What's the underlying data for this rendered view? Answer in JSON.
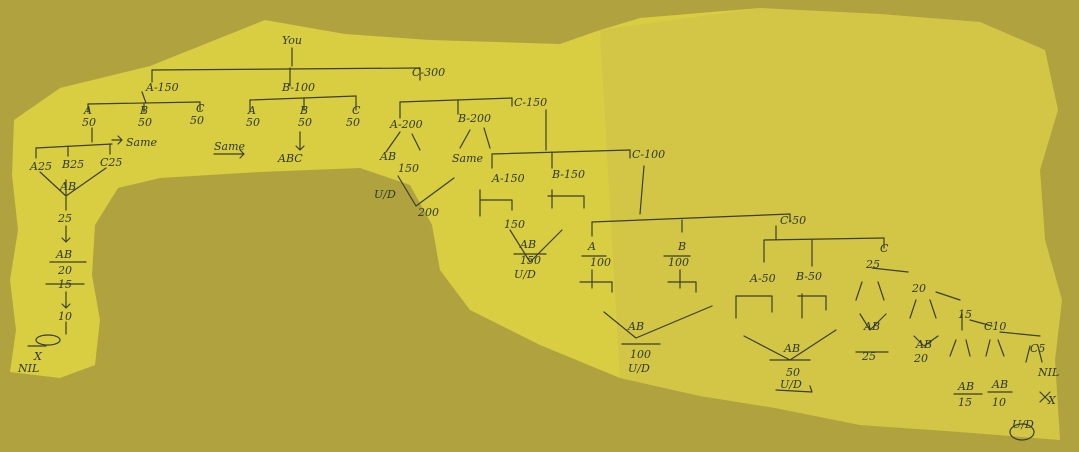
{
  "root": {
    "label": "You"
  },
  "level1": [
    {
      "id": "a",
      "label": "A-150"
    },
    {
      "id": "b",
      "label": "B-100"
    },
    {
      "id": "c",
      "label": "C-300"
    }
  ],
  "notes": {
    "same_1": "Same",
    "same_2": "Same",
    "abc": "ABC",
    "nil": "NIL",
    "ud_1": "U/D",
    "ud_2": "U/D",
    "ud_3": "U/D",
    "ud_4": "U/D",
    "ud_5": "U/D"
  },
  "labels": [
    {
      "id": "n1",
      "text": "A"
    },
    {
      "id": "n2",
      "text": "50"
    },
    {
      "id": "n3",
      "text": "B"
    },
    {
      "id": "n4",
      "text": "50"
    },
    {
      "id": "n5",
      "text": "C"
    },
    {
      "id": "n6",
      "text": "50"
    },
    {
      "id": "n7",
      "text": "A"
    },
    {
      "id": "n8",
      "text": "50"
    },
    {
      "id": "n9",
      "text": "B"
    },
    {
      "id": "n10",
      "text": "50"
    },
    {
      "id": "n11",
      "text": "C"
    },
    {
      "id": "n12",
      "text": "50"
    },
    {
      "id": "n13",
      "text": "A25"
    },
    {
      "id": "n14",
      "text": "B25"
    },
    {
      "id": "n15",
      "text": "C25"
    },
    {
      "id": "n16",
      "text": "AB"
    },
    {
      "id": "n17",
      "text": "25"
    },
    {
      "id": "n18",
      "text": "AB"
    },
    {
      "id": "n19",
      "text": "20"
    },
    {
      "id": "n20",
      "text": "15"
    },
    {
      "id": "n21",
      "text": "10"
    },
    {
      "id": "n22",
      "text": "A-200"
    },
    {
      "id": "n23",
      "text": "B-200"
    },
    {
      "id": "n24",
      "text": "C-150"
    },
    {
      "id": "n25",
      "text": "200"
    },
    {
      "id": "n26",
      "text": "A-150"
    },
    {
      "id": "n27",
      "text": "B-150"
    },
    {
      "id": "n28",
      "text": "C-100"
    },
    {
      "id": "n29",
      "text": "150"
    },
    {
      "id": "n30",
      "text": "AB"
    },
    {
      "id": "n31",
      "text": "150"
    },
    {
      "id": "n32",
      "text": "A"
    },
    {
      "id": "n33",
      "text": "100"
    },
    {
      "id": "n34",
      "text": "B"
    },
    {
      "id": "n35",
      "text": "100"
    },
    {
      "id": "n36",
      "text": "C-50"
    },
    {
      "id": "n37",
      "text": "AB"
    },
    {
      "id": "n38",
      "text": "100"
    },
    {
      "id": "n39",
      "text": "A-50"
    },
    {
      "id": "n40",
      "text": "B-50"
    },
    {
      "id": "n41",
      "text": "C"
    },
    {
      "id": "n42",
      "text": "AB"
    },
    {
      "id": "n43",
      "text": "50"
    },
    {
      "id": "n44",
      "text": "25"
    },
    {
      "id": "n45",
      "text": "20"
    },
    {
      "id": "n46",
      "text": "15"
    },
    {
      "id": "n47",
      "text": "C10"
    },
    {
      "id": "n48",
      "text": "AB"
    },
    {
      "id": "n49",
      "text": "25"
    },
    {
      "id": "n50",
      "text": "AB"
    },
    {
      "id": "n51",
      "text": "20"
    },
    {
      "id": "n52",
      "text": "AB"
    },
    {
      "id": "n53",
      "text": "15"
    },
    {
      "id": "n54",
      "text": "AB"
    },
    {
      "id": "n55",
      "text": "10"
    },
    {
      "id": "n56",
      "text": "C5"
    },
    {
      "id": "n57",
      "text": "NIL"
    },
    {
      "id": "n58",
      "text": "X"
    }
  ]
}
